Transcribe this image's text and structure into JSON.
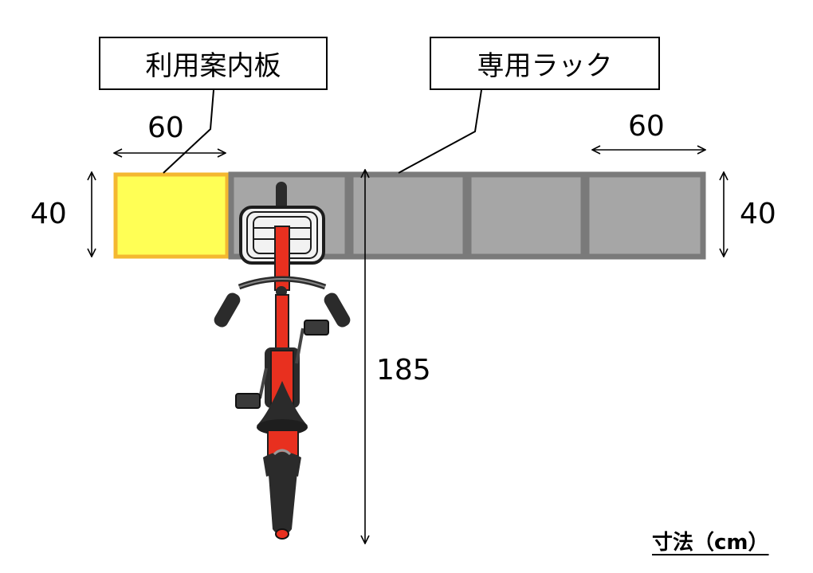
{
  "callouts": {
    "info_board": "利用案内板",
    "rack": "専用ラック"
  },
  "dimensions": {
    "board_width": "60",
    "rack_width": "60",
    "left_depth": "40",
    "right_depth": "40",
    "bike_length": "185"
  },
  "units_label": "寸法（cm）",
  "colors": {
    "info_board_fill": "#ffff55",
    "info_board_border": "#f4b830",
    "rack_fill": "#a6a6a6",
    "rack_border": "#7a7a7a",
    "bike_frame": "#e8301f",
    "bike_dark": "#2b2b2b"
  },
  "icons": [
    "bicycle-icon"
  ]
}
